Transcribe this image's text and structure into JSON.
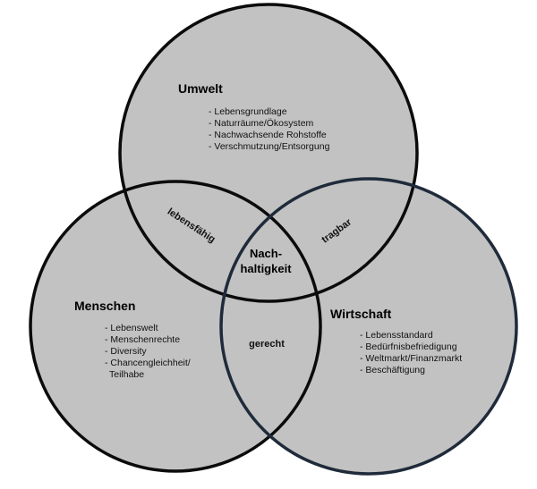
{
  "colors": {
    "fill": "#c2c2c2",
    "stroke": "#0b0b0b",
    "wirtschaft_stroke": "#1f2b3a"
  },
  "sets": {
    "umwelt": {
      "title": "Umwelt",
      "items": [
        "- Lebensgrundlage",
        "- Naturräume/Ökosystem",
        "- Nachwachsende Rohstoffe",
        "- Verschmutzung/Entsorgung"
      ]
    },
    "menschen": {
      "title": "Menschen",
      "items": [
        "- Lebenswelt",
        "- Menschenrechte",
        "- Diversity",
        "- Chancengleichheit/",
        "Teilhabe"
      ]
    },
    "wirtschaft": {
      "title": "Wirtschaft",
      "items": [
        "- Lebensstandard",
        "- Bedürfnisbefriedigung",
        "- Weltmarkt/Finanzmarkt",
        "- Beschäftigung"
      ]
    }
  },
  "overlaps": {
    "umwelt_menschen": "lebensfähig",
    "umwelt_wirtschaft": "tragbar",
    "menschen_wirtschaft": "gerecht"
  },
  "center": {
    "line1": "Nach-",
    "line2": "haltigkeit"
  }
}
